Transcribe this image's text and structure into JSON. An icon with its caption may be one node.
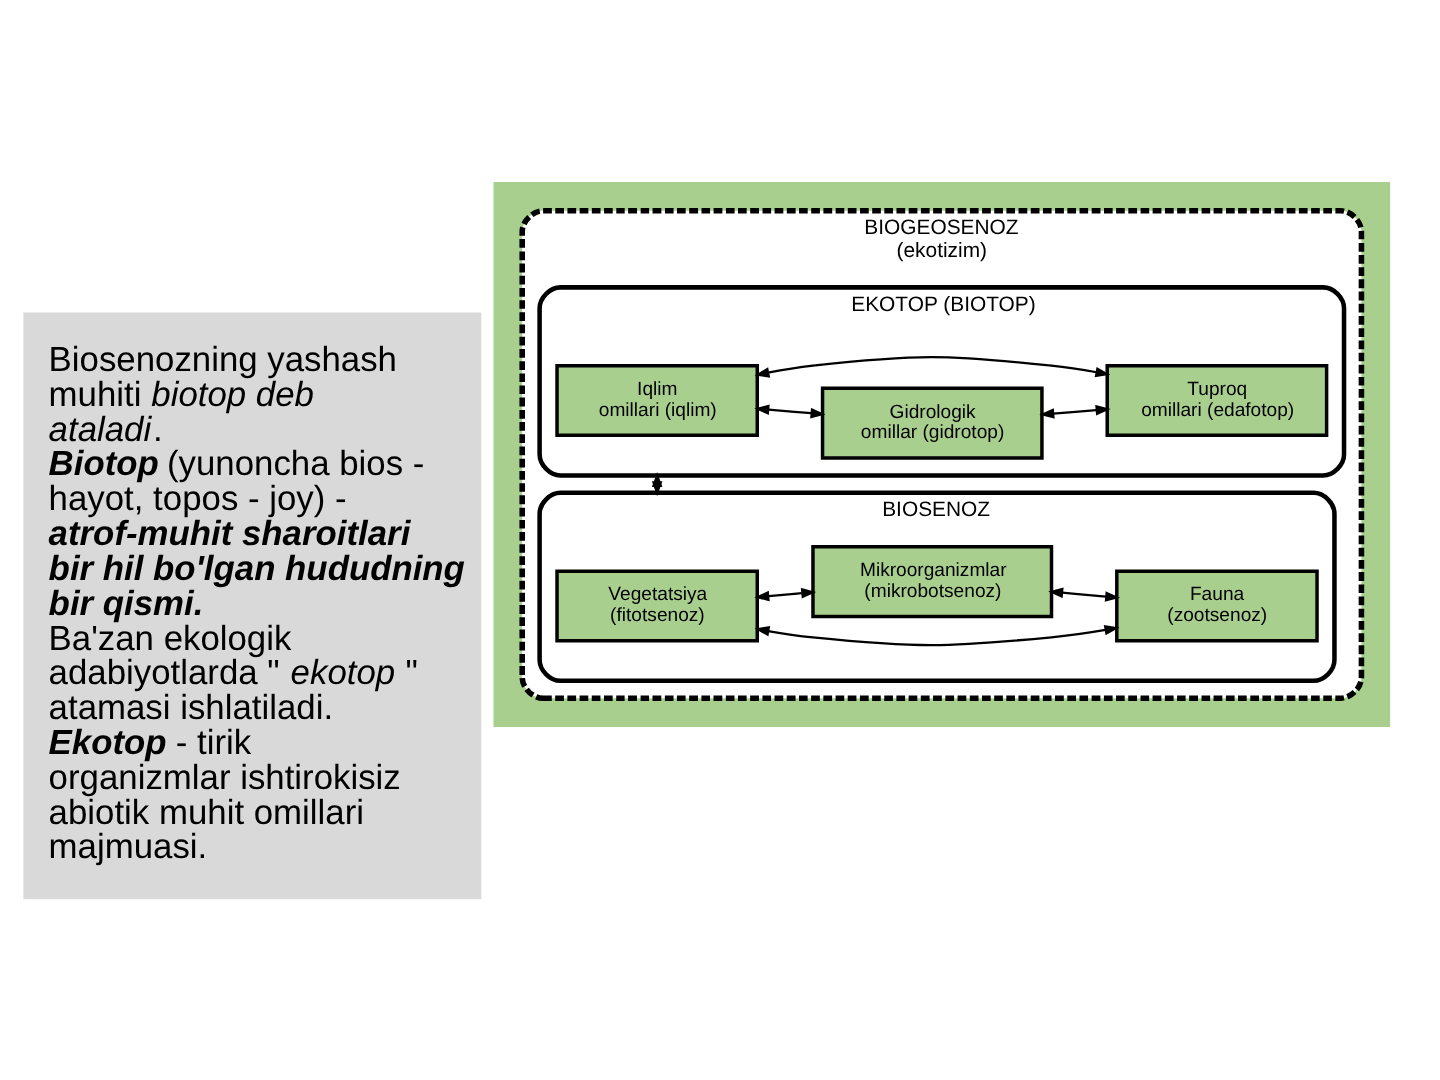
{
  "diagram": {
    "nodes": [
      {
        "text": [
          "Biosenozning yashash muhiti *biotop deb ataladi*.",
          "**Biotop** (yunoncha bios - hayot, topos - joy) - **atrof-muhit sharoitlari bir hil bo'lgan hududning bir qismi.**",
          "Ba'zan ekologik adabiyotlarda \" *ekotop* \" atamasi ishlatiladi.",
          "**Ekotop** - tirik organizmlar ishtirokisiz abiotik muhit omillari majmuasi."
        ]
      },
      {
        "text": [],
        "shape": "box"
      },
      {
        "text": [
          "BIOGEOSENOZ (ekotizim)"
        ],
        "in": 1
      },
      {
        "text": [
          "EKOTOP (BIOTOP)"
        ],
        "in": 2
      },
      {
        "text": [
          "Gidrologik omillar (gidrotop)"
        ],
        "in": 3
      },
      {
        "text": [
          "Iqlim omillari (iqlim)"
        ],
        "in": 3
      },
      {
        "text": [
          "Tuproq omillari (edafotop)"
        ],
        "in": 3
      },
      {
        "text": [
          "BIOSENOZ"
        ],
        "in": 2
      },
      {
        "text": [
          "Vegetatsiya (fitotsenoz)"
        ],
        "in": 7
      },
      {
        "text": [
          "Fauna (zootsenoz)"
        ],
        "in": 7
      },
      {
        "text": [
          "Mikroorganizmlar (mikrobotsenoz)"
        ],
        "in": 7
      }
    ],
    "edges": [
      {
        "from": 5,
        "to": 4,
        "arrow": "both"
      },
      {
        "from": 4,
        "to": 6,
        "arrow": "both"
      },
      {
        "from": 5,
        "to": 6,
        "arrow": "both"
      },
      {
        "from": 3,
        "to": 7,
        "arrow": "both"
      },
      {
        "from": 8,
        "to": 9,
        "arrow": "both"
      },
      {
        "from": 8,
        "to": 10,
        "arrow": "both"
      },
      {
        "from": 10,
        "to": 9,
        "arrow": "both"
      }
    ]
  }
}
